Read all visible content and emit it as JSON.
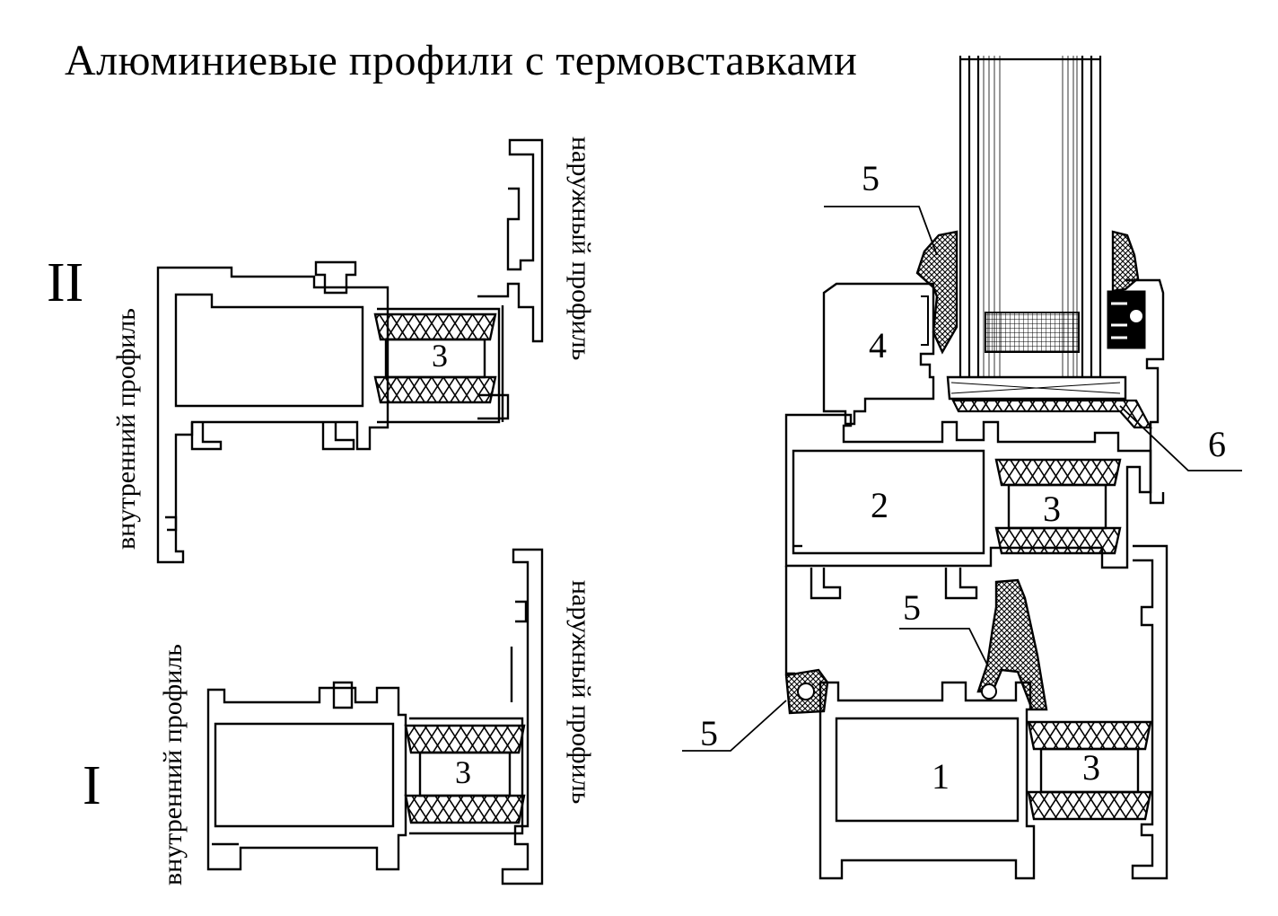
{
  "title": "Алюминиевые профили с термовставками",
  "profiles": {
    "II": {
      "numeral": "II",
      "inner_label": "внутренний профиль",
      "outer_label": "наружный профиль",
      "insert_callout": "3"
    },
    "I": {
      "numeral": "I",
      "inner_label": "внутренний профиль",
      "outer_label": "наружный профиль",
      "insert_callout": "3"
    }
  },
  "assembly": {
    "callouts": {
      "frame": "1",
      "sash": "2",
      "inserts_upper": "3",
      "inserts_lower": "3",
      "glazing_bead": "4",
      "seal_top": "5",
      "seal_middle": "5",
      "seal_left": "5",
      "glazing_block": "6"
    }
  }
}
